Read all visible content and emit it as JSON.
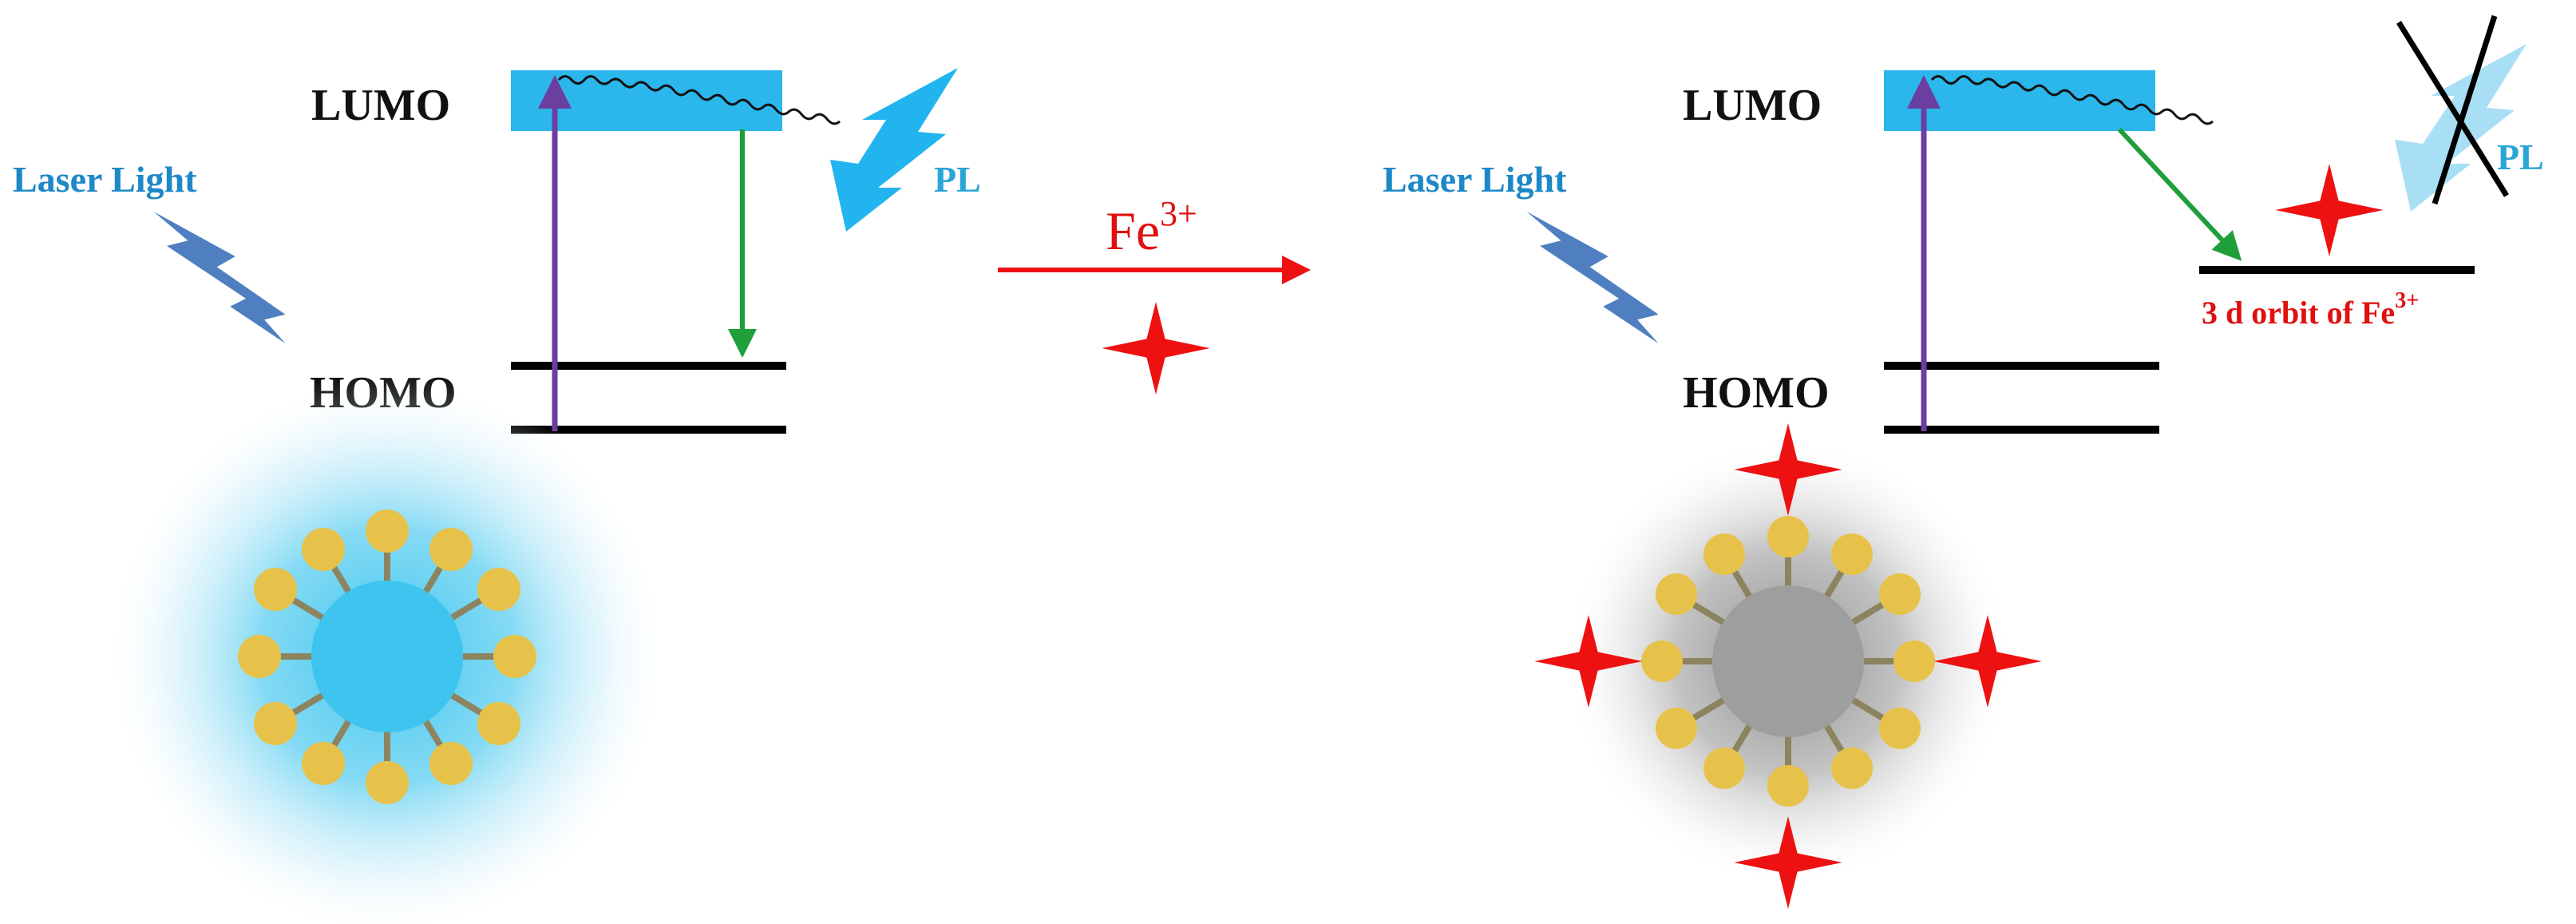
{
  "left_panel": {
    "lumo_label": "LUMO",
    "homo_label": "HOMO",
    "laser_label": "Laser Light",
    "pl_label": "PL"
  },
  "reaction": {
    "ion_base": "Fe",
    "ion_charge": "3+"
  },
  "right_panel": {
    "lumo_label": "LUMO",
    "homo_label": "HOMO",
    "laser_label": "Laser Light",
    "pl_label": "PL",
    "orbit_label_base": "3 d orbit of Fe",
    "orbit_label_charge": "3+"
  },
  "colors": {
    "lumo_band": "#2bb6ec",
    "excitation_arrow": "#6b3fa0",
    "emission_arrow": "#1f9e3a",
    "laser_bolt": "#4f7fc0",
    "pl_bolt": "#22b4ef",
    "pl_bolt_quenched": "#a8dff5",
    "fe_ion": "#ee1111",
    "nanoparticle_core_fluorescent": "#3ec4ee",
    "nanoparticle_core_quenched": "#9e9e9e",
    "ligand_head": "#e7c24a",
    "ligand_stem": "#8c8460"
  },
  "icons": [
    "laser-bolt-icon",
    "pl-bolt-icon",
    "fe-ion-star-icon",
    "quench-cross-icon",
    "nanoparticle-icon"
  ]
}
